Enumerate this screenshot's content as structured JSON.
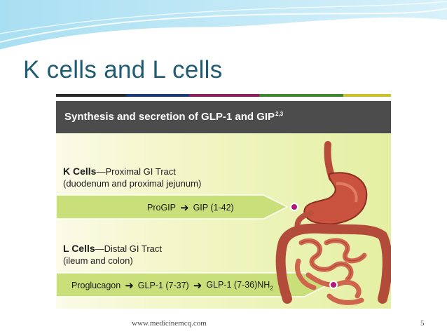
{
  "slide": {
    "title": "K cells and L cells",
    "footer_url": "www.medicinemcq.com",
    "page_number": "5"
  },
  "figure": {
    "title": "Synthesis and secretion of GLP-1 and GIP",
    "title_superscript": "2,3",
    "k_cells": {
      "name": "K Cells",
      "location": "—Proximal GI Tract",
      "detail": "(duodenum and proximal jejunum)",
      "precursor": "ProGIP",
      "product": "GIP (1-42)"
    },
    "l_cells": {
      "name": "L Cells",
      "location": "—Distal GI Tract",
      "detail": "(ileum and colon)",
      "precursor": "Proglucagon",
      "intermediate": "GLP-1 (7-37)",
      "product_main": "GLP-1 (7-36)NH",
      "product_sub": "2"
    }
  },
  "colors": {
    "title": "#1f5c73",
    "header_bar": "#4c4c4c",
    "arrow_fill": "#c9e07a",
    "marker": "#b0187a",
    "rule": [
      "#2b2b2b",
      "#1a3a7a",
      "#8a1f5a",
      "#3c8a2c",
      "#c9c22a"
    ]
  },
  "icons": {
    "pathway_arrow": "right-arrow-icon",
    "gi_tract": "gi-tract-illustration",
    "site_marker": "dot-marker-icon"
  }
}
